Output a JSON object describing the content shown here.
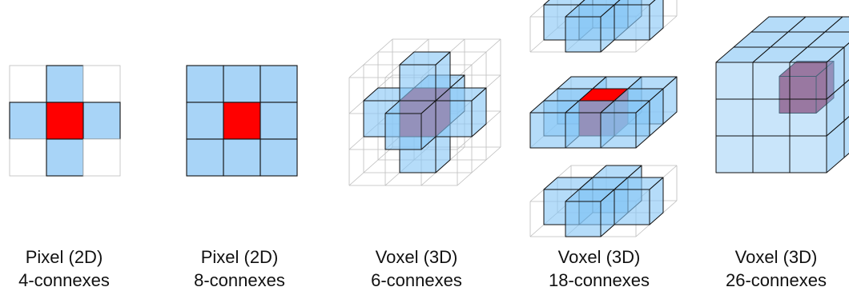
{
  "colors": {
    "neighbor_fill": "#a8d4f7",
    "neighbor_fill_translucent": "rgba(135,198,245,0.62)",
    "center_fill": "#ff0000",
    "center_3d_fill": "#a83a5e",
    "grid_line": "#bdbdbd",
    "cell_edge": "#111111"
  },
  "panels": [
    {
      "id": "pixel-4",
      "line1": "Pixel (2D)",
      "line2": "4-connexes",
      "neighbor_count": 4
    },
    {
      "id": "pixel-8",
      "line1": "Pixel (2D)",
      "line2": "8-connexes",
      "neighbor_count": 8
    },
    {
      "id": "voxel-6",
      "line1": "Voxel (3D)",
      "line2": "6-connexes",
      "neighbor_count": 6
    },
    {
      "id": "voxel-18",
      "line1": "Voxel (3D)",
      "line2": "18-connexes",
      "neighbor_count": 18
    },
    {
      "id": "voxel-26",
      "line1": "Voxel (3D)",
      "line2": "26-connexes",
      "neighbor_count": 26
    }
  ]
}
